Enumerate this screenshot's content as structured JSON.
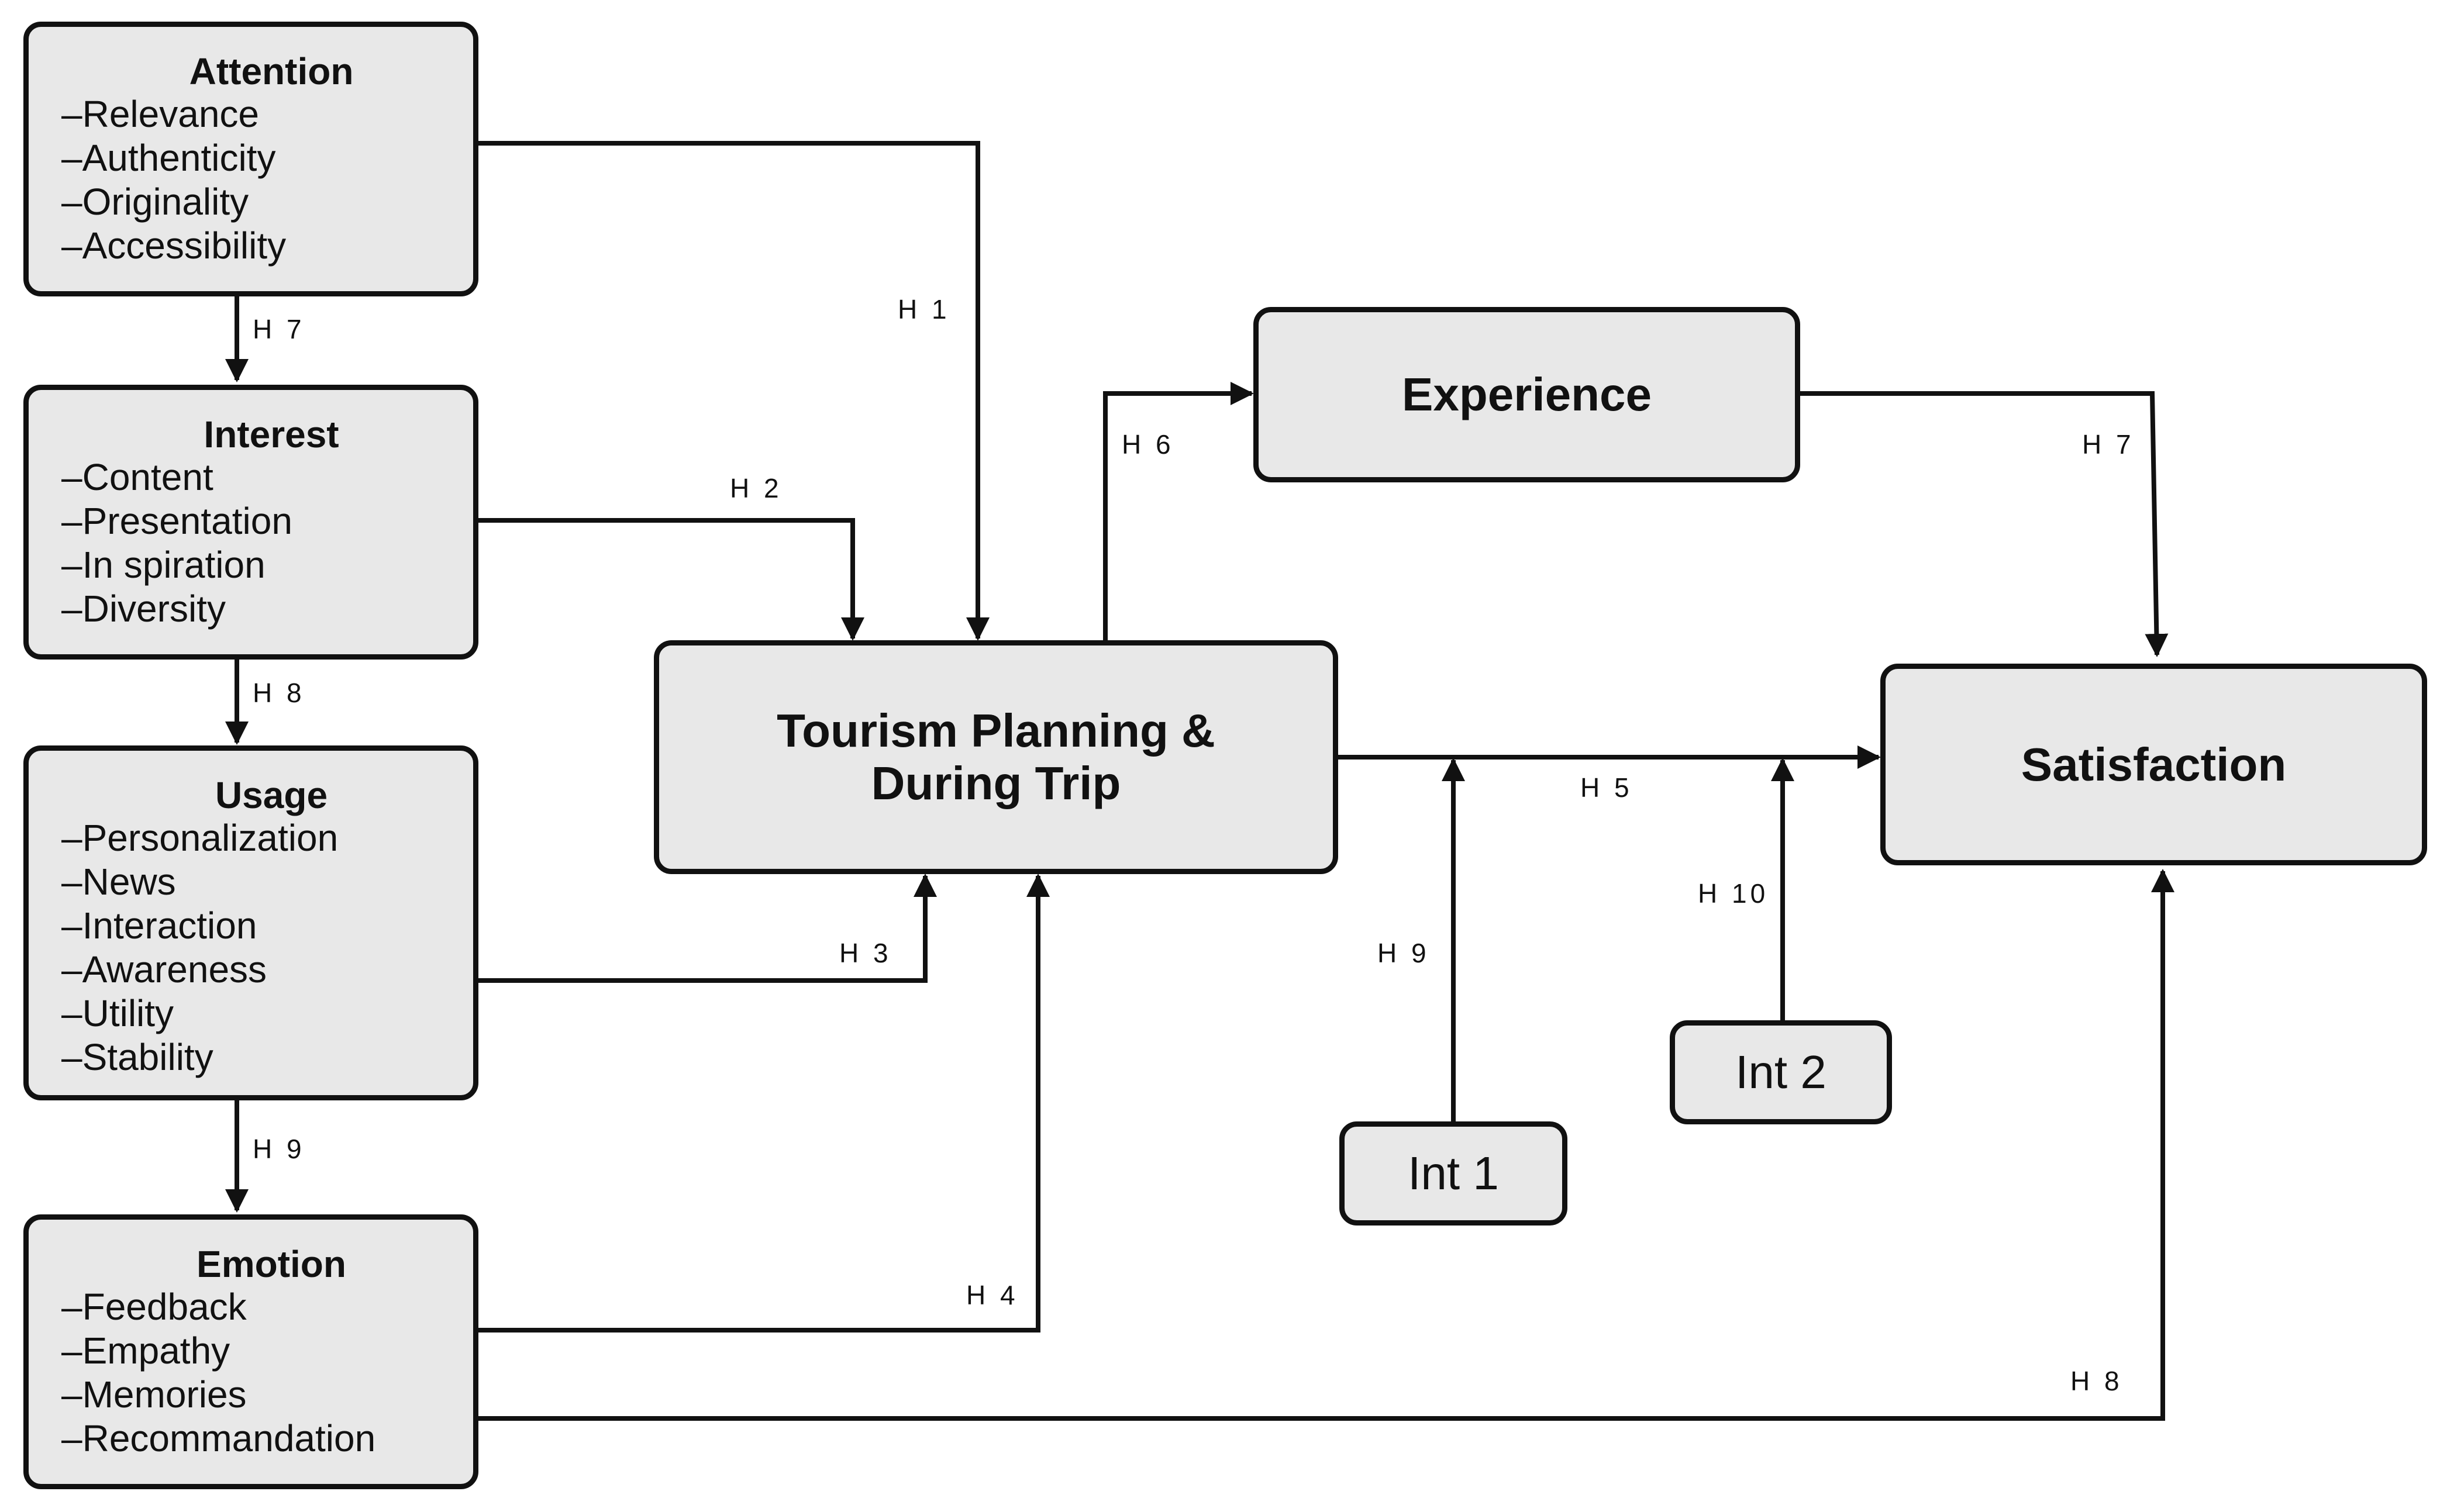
{
  "colors": {
    "box_fill": "#e8e8e8",
    "stroke": "#111111"
  },
  "attention": {
    "title": "Attention",
    "items": [
      "–Relevance",
      "–Authenticity",
      "–Originality",
      "–Accessibility"
    ]
  },
  "interest": {
    "title": "Interest",
    "items": [
      "–Content",
      "–Presentation",
      "–In spiration",
      "–Diversity"
    ]
  },
  "usage": {
    "title": "Usage",
    "items": [
      "–Personalization",
      "–News",
      "–Interaction",
      "–Awareness",
      "–Utility",
      "–Stability"
    ]
  },
  "emotion": {
    "title": "Emotion",
    "items": [
      "–Feedback",
      "–Empathy",
      "–Memories",
      "–Recommandation"
    ]
  },
  "tourism": {
    "line1": "Tourism Planning &",
    "line2": "During Trip"
  },
  "experience": {
    "title": "Experience"
  },
  "satisfaction": {
    "title": "Satisfaction"
  },
  "int1": {
    "label": "Int 1"
  },
  "int2": {
    "label": "Int 2"
  },
  "hypotheses": {
    "attention_interest": "H 7",
    "interest_usage": "H 8",
    "usage_emotion": "H 9",
    "h1": "H 1",
    "h2": "H 2",
    "h3": "H 3",
    "h4": "H 4",
    "h5": "H 5",
    "h6": "H 6",
    "experience_satisfaction": "H 7",
    "emotion_satisfaction": "H 8",
    "int1": "H 9",
    "int2": "H 10"
  }
}
